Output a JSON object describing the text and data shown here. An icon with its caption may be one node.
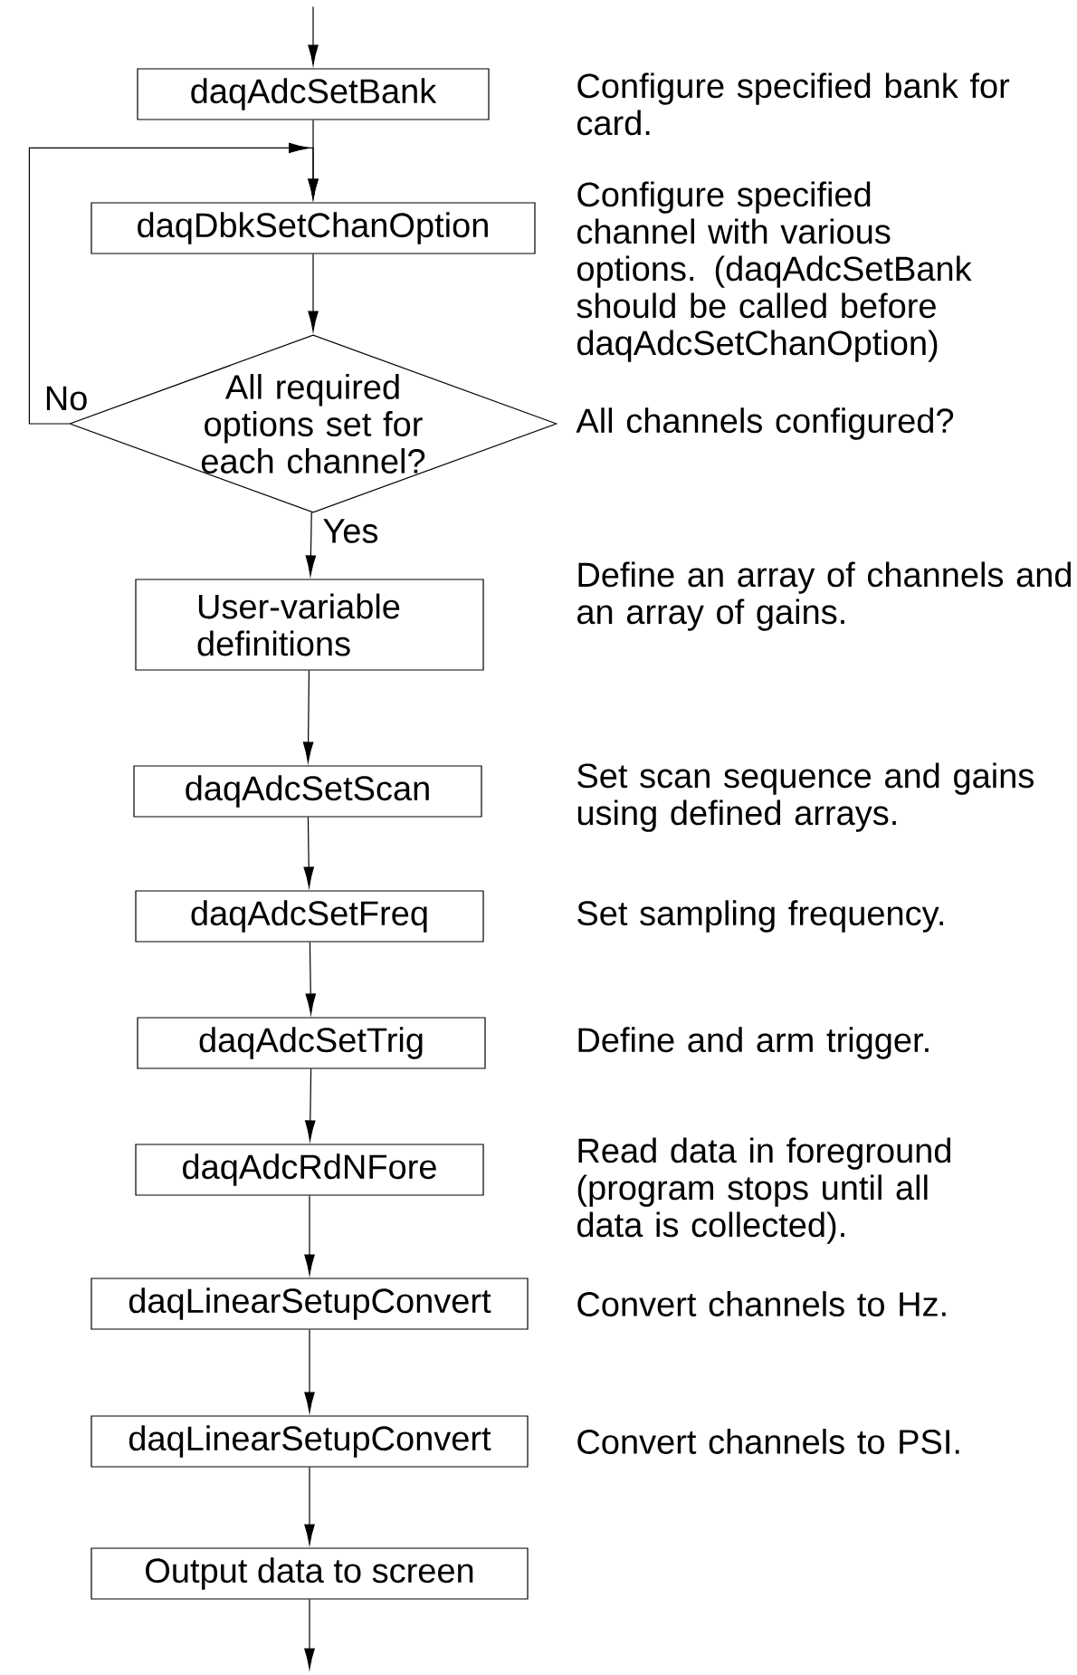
{
  "diagram": {
    "nodes": [
      {
        "text": [
          "daqAdcSetBank"
        ]
      },
      {
        "text": [
          "daqDbkSetChanOption"
        ]
      },
      {
        "text": [
          "All required options set for each channel?"
        ]
      },
      {
        "text": [
          "User-variable definitions"
        ]
      },
      {
        "text": [
          "daqAdcSetScan"
        ]
      },
      {
        "text": [
          "daqAdcSetFreq"
        ]
      },
      {
        "text": [
          "daqAdcSetTrig"
        ]
      },
      {
        "text": [
          "daqAdcRdNFore"
        ]
      },
      {
        "text": [
          "daqLinearSetupConvert"
        ]
      },
      {
        "text": [
          "daqLinearSetupConvert"
        ]
      },
      {
        "text": [
          "Output data to screen"
        ]
      }
    ],
    "edges": [
      {
        "from": null,
        "to": 0,
        "arrow": "to"
      },
      {
        "from": 0,
        "to": 1,
        "arrow": "to"
      },
      {
        "from": 1,
        "to": 2,
        "arrow": "to"
      },
      {
        "from": 2,
        "to": 3,
        "arrow": "to",
        "label": "Yes"
      },
      {
        "from": 2,
        "to": 1,
        "arrow": "to",
        "label": "No"
      },
      {
        "from": 3,
        "to": 4,
        "arrow": "to"
      },
      {
        "from": 4,
        "to": 5,
        "arrow": "to"
      },
      {
        "from": 5,
        "to": 6,
        "arrow": "to"
      },
      {
        "from": 6,
        "to": 7,
        "arrow": "to"
      },
      {
        "from": 7,
        "to": 8,
        "arrow": "to"
      },
      {
        "from": 8,
        "to": 9,
        "arrow": "to"
      },
      {
        "from": 9,
        "to": 10,
        "arrow": "to"
      },
      {
        "from": 10,
        "to": null,
        "arrow": "to"
      }
    ],
    "labels": [
      "Configure specified bank for card.",
      "Configure specified channel with various options. (daqAdcSetBank should be called before daqAdcSetChanOption)",
      "All channels configured?",
      "Define an array of channels and an array of gains.",
      "Set scan sequence and gains using defined arrays.",
      "Set sampling frequency.",
      "Define and arm trigger.",
      "Read data in foreground (program stops until all data is collected).",
      "Convert channels to Hz.",
      "Convert channels to PSI."
    ]
  }
}
